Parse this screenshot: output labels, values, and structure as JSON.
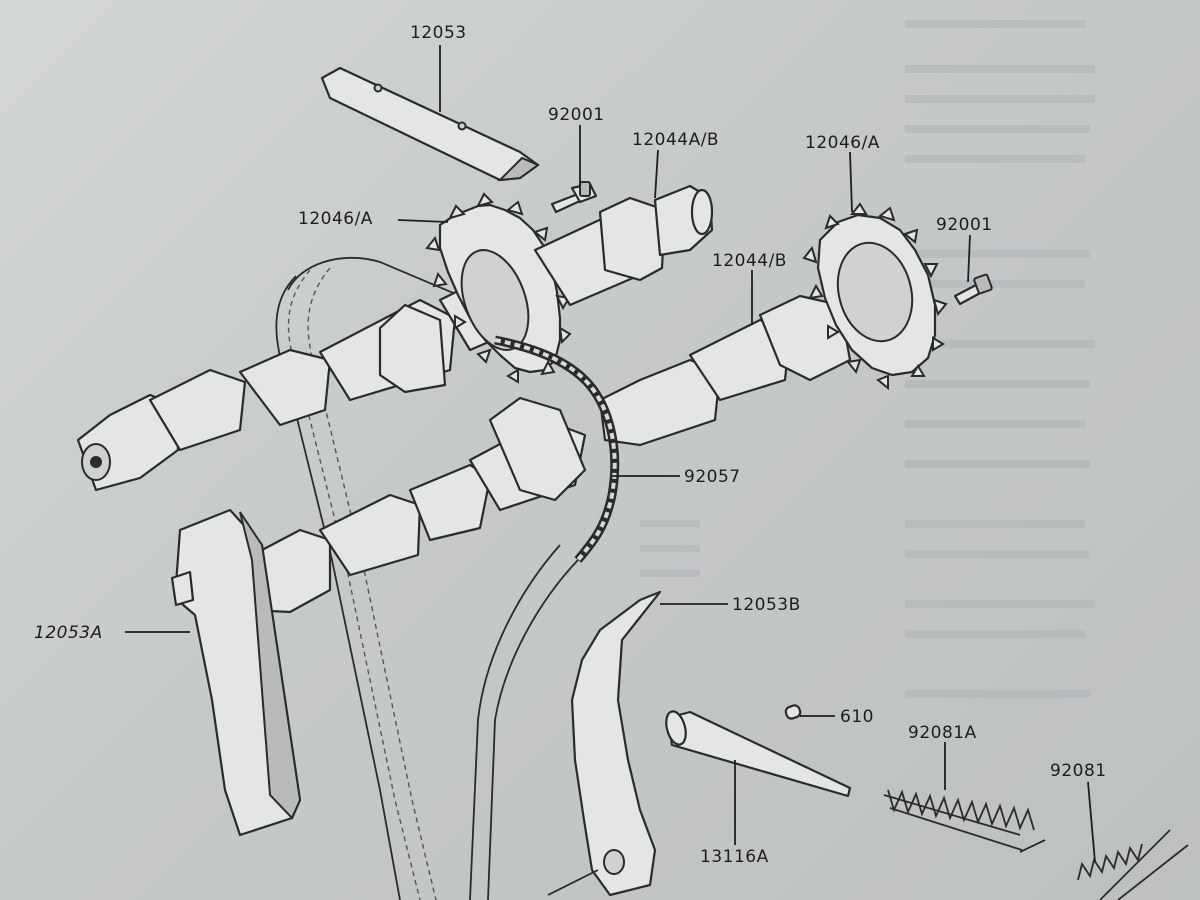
{
  "diagram": {
    "parts": [
      {
        "id": "12053"
      },
      {
        "id": "92001"
      },
      {
        "id": "12044A/B"
      },
      {
        "id": "12046/A"
      },
      {
        "id": "12046/A"
      },
      {
        "id": "92001"
      },
      {
        "id": "12044/B"
      },
      {
        "id": "92057"
      },
      {
        "id": "12053A"
      },
      {
        "id": "12053B"
      },
      {
        "id": "610"
      },
      {
        "id": "92081A"
      },
      {
        "id": "92081"
      },
      {
        "id": "13116A"
      }
    ]
  },
  "colors": {
    "paper": "#c9cccd",
    "ink": "#2a2b2c"
  }
}
